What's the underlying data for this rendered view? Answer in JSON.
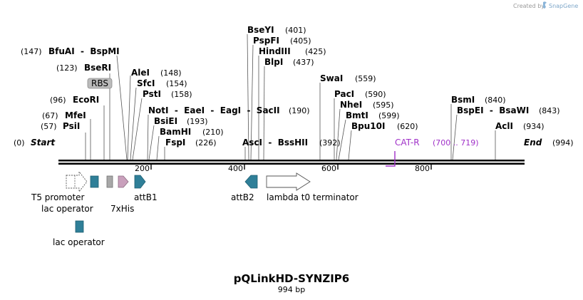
{
  "brand": {
    "text": "Created by",
    "app": "SnapGene",
    "color": "#8ab4d8"
  },
  "plasmid": {
    "name": "pQLinkHD-SYNZIP6",
    "length_label": "994 bp"
  },
  "ends": {
    "start": {
      "label": "Start",
      "coord": "(0)"
    },
    "end": {
      "label": "End",
      "coord": "(994)"
    }
  },
  "ticks": [
    "200",
    "400",
    "600",
    "800"
  ],
  "enzymes": [
    {
      "id": "psii",
      "name": "PsiI",
      "coord": "(57)"
    },
    {
      "id": "mfei",
      "name": "MfeI",
      "coord": "(67)"
    },
    {
      "id": "ecori",
      "name": "EcoRI",
      "coord": "(96)"
    },
    {
      "id": "bseri",
      "name": "BseRI",
      "coord": "(123)"
    },
    {
      "id": "bfuai",
      "name": "BfuAI  -  BspMI",
      "coord": "(147)"
    },
    {
      "id": "alei",
      "name": "AleI",
      "coord": "(148)"
    },
    {
      "id": "sfci",
      "name": "SfcI",
      "coord": "(154)"
    },
    {
      "id": "psti",
      "name": "PstI",
      "coord": "(158)"
    },
    {
      "id": "noti",
      "name": "NotI  -  EaeI  -  EagI  -  SacII",
      "coord": "(190)"
    },
    {
      "id": "bsiei",
      "name": "BsiEI",
      "coord": "(193)"
    },
    {
      "id": "bamhi",
      "name": "BamHI",
      "coord": "(210)"
    },
    {
      "id": "fspi",
      "name": "FspI",
      "coord": "(226)"
    },
    {
      "id": "asci",
      "name": "AscI  -  BssHII",
      "coord": "(392)"
    },
    {
      "id": "bseyi",
      "name": "BseYI",
      "coord": "(401)"
    },
    {
      "id": "pspfi",
      "name": "PspFI",
      "coord": "(405)"
    },
    {
      "id": "hindiii",
      "name": "HindIII",
      "coord": "(425)"
    },
    {
      "id": "blpi",
      "name": "BlpI",
      "coord": "(437)"
    },
    {
      "id": "swai",
      "name": "SwaI",
      "coord": "(559)"
    },
    {
      "id": "paci",
      "name": "PacI",
      "coord": "(590)"
    },
    {
      "id": "nhei",
      "name": "NheI",
      "coord": "(595)"
    },
    {
      "id": "bmti",
      "name": "BmtI",
      "coord": "(599)"
    },
    {
      "id": "bpu10i",
      "name": "Bpu10I",
      "coord": "(620)"
    },
    {
      "id": "bsmi",
      "name": "BsmI",
      "coord": "(840)"
    },
    {
      "id": "bspei",
      "name": "BspEI  -  BsaWI",
      "coord": "(843)"
    },
    {
      "id": "acli",
      "name": "AclI",
      "coord": "(934)"
    }
  ],
  "primer": {
    "name": "CAT-R",
    "range": "(700 .. 719)",
    "color": "#a030c8"
  },
  "features": {
    "rbs": {
      "label": "RBS",
      "color": "#b5b5b5"
    },
    "t5": {
      "label": "T5 promoter",
      "color": "#ffffff"
    },
    "lacop": {
      "label": "lac operator",
      "color": "#2f7f98"
    },
    "lacop2": {
      "label": "lac operator",
      "color": "#2f7f98"
    },
    "his": {
      "label": "7xHis",
      "color": "#c9a0bc"
    },
    "attb1": {
      "label": "attB1",
      "color": "#2f7f98"
    },
    "attb2": {
      "label": "attB2",
      "color": "#2f7f98"
    },
    "lambda": {
      "label": "lambda t0 terminator",
      "color": "#ffffff"
    },
    "spacer": {
      "color": "#a8a8a8"
    }
  }
}
